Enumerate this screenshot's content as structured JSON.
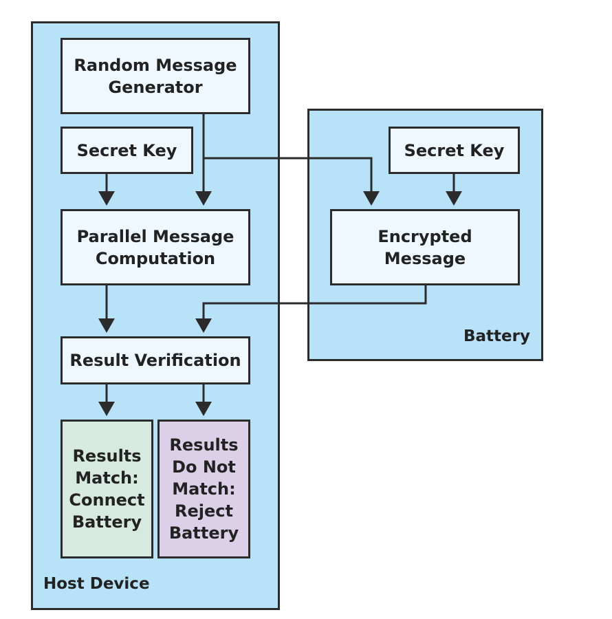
{
  "colors": {
    "container_fill": "#b8e2f7",
    "node_fill": "#eef8fe",
    "match_fill": "#d7eadf",
    "reject_fill": "#dcd0e8",
    "stroke": "#2b2b2b"
  },
  "host_device": {
    "label": "Host Device",
    "random_message_generator": "Random Message\nGenerator",
    "secret_key": "Secret Key",
    "parallel_message_computation": "Parallel Message\nComputation",
    "result_verification": "Result Verification",
    "results_match": "Results\nMatch:\nConnect\nBattery",
    "results_do_not_match": "Results\nDo Not\nMatch:\nReject\nBattery"
  },
  "battery": {
    "label": "Battery",
    "secret_key": "Secret Key",
    "encrypted_message": "Encrypted\nMessage"
  }
}
